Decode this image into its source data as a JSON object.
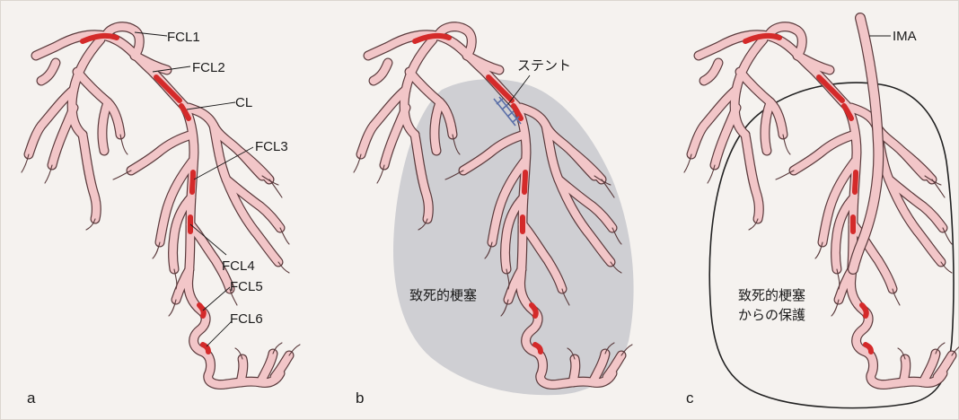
{
  "panels": [
    {
      "letter": "a",
      "labels": {
        "fcl1": "FCL1",
        "fcl2": "FCL2",
        "cl": "CL",
        "fcl3": "FCL3",
        "fcl4": "FCL4",
        "fcl5": "FCL5",
        "fcl6": "FCL6"
      }
    },
    {
      "letter": "b",
      "labels": {
        "stent": "ステント",
        "infarct": "致死的梗塞"
      }
    },
    {
      "letter": "c",
      "labels": {
        "ima": "IMA",
        "protection_line1": "致死的梗塞",
        "protection_line2": "からの保護"
      }
    }
  ],
  "colors": {
    "artery_fill": "#f2c6c8",
    "artery_outline": "#5a3a3c",
    "lesion": "#d42a2a",
    "infarct_zone": "#cfcfd3",
    "stent": "#5b6fa8",
    "protection_outline": "#222222"
  }
}
